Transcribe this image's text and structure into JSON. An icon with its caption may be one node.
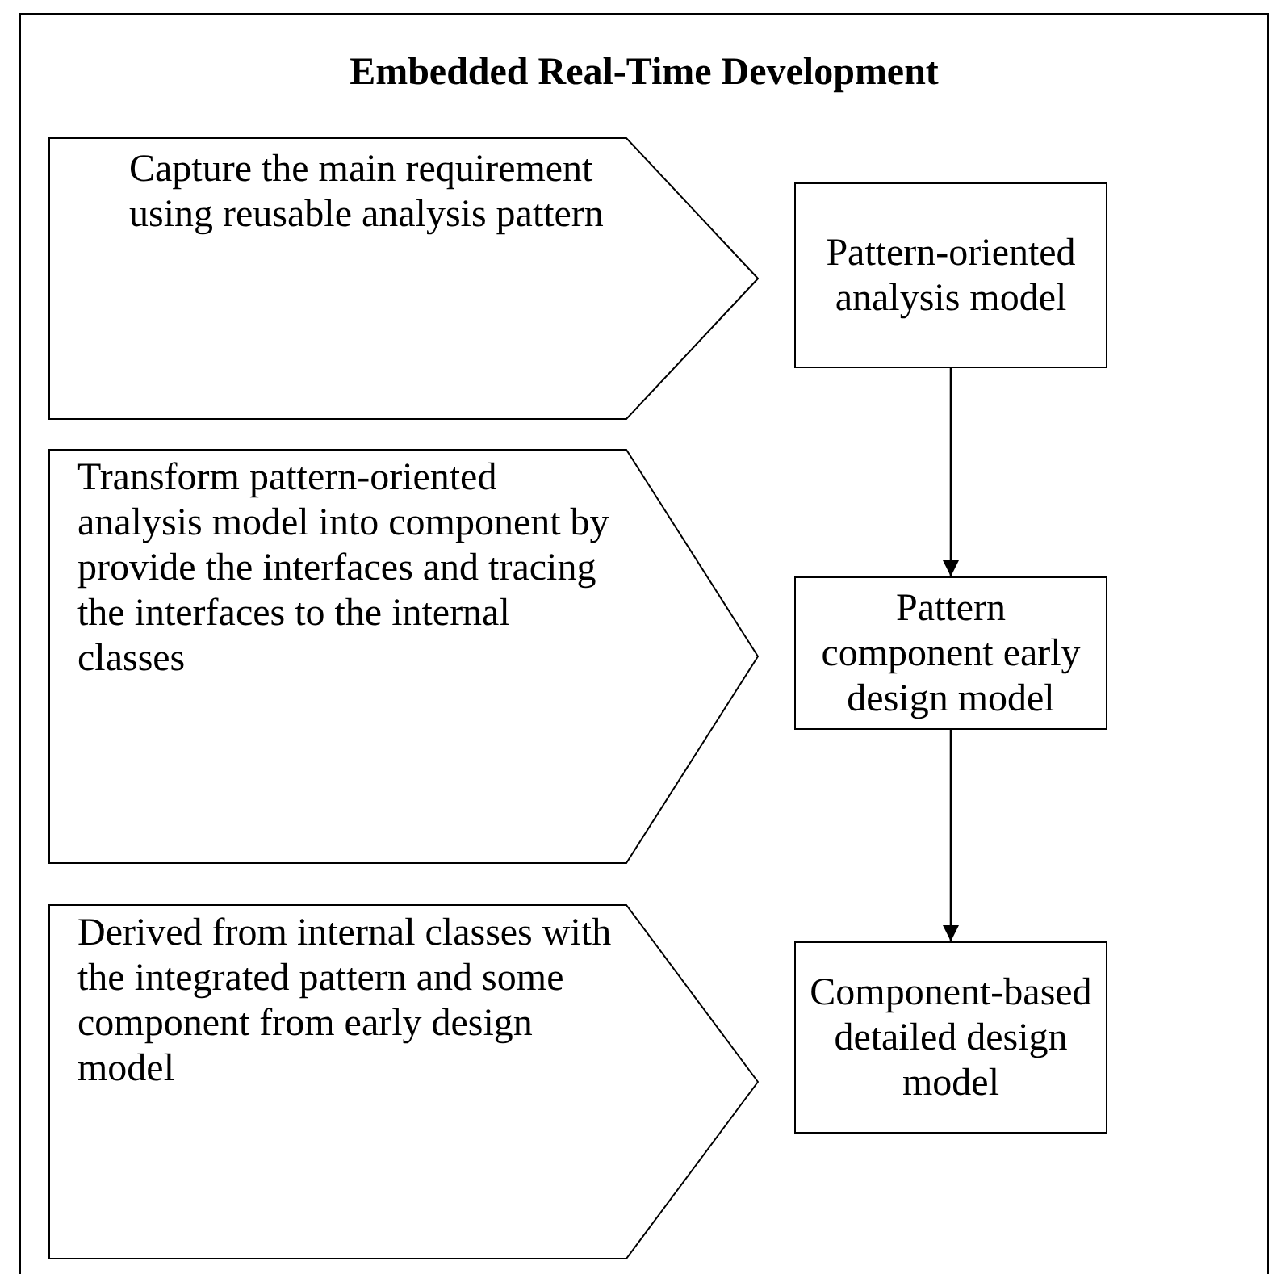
{
  "diagram": {
    "title": "Embedded Real-Time Development",
    "nodes": [
      {
        "text": [
          "Capture the main requirement using reusable analysis pattern"
        ]
      },
      {
        "text": [
          "Pattern-oriented analysis model"
        ]
      },
      {
        "text": [
          "Transform pattern-oriented analysis model into component by provide the interfaces and tracing the interfaces to the internal classes"
        ]
      },
      {
        "text": [
          "Pattern component early design model"
        ]
      },
      {
        "text": [
          "Derived from internal classes with the integrated pattern and some component from early design model"
        ]
      },
      {
        "text": [
          "Component-based detailed design model"
        ]
      }
    ],
    "edges": [
      {
        "from": 1,
        "to": 3,
        "arrow": "to"
      },
      {
        "from": 3,
        "to": 5,
        "arrow": "to"
      }
    ]
  }
}
